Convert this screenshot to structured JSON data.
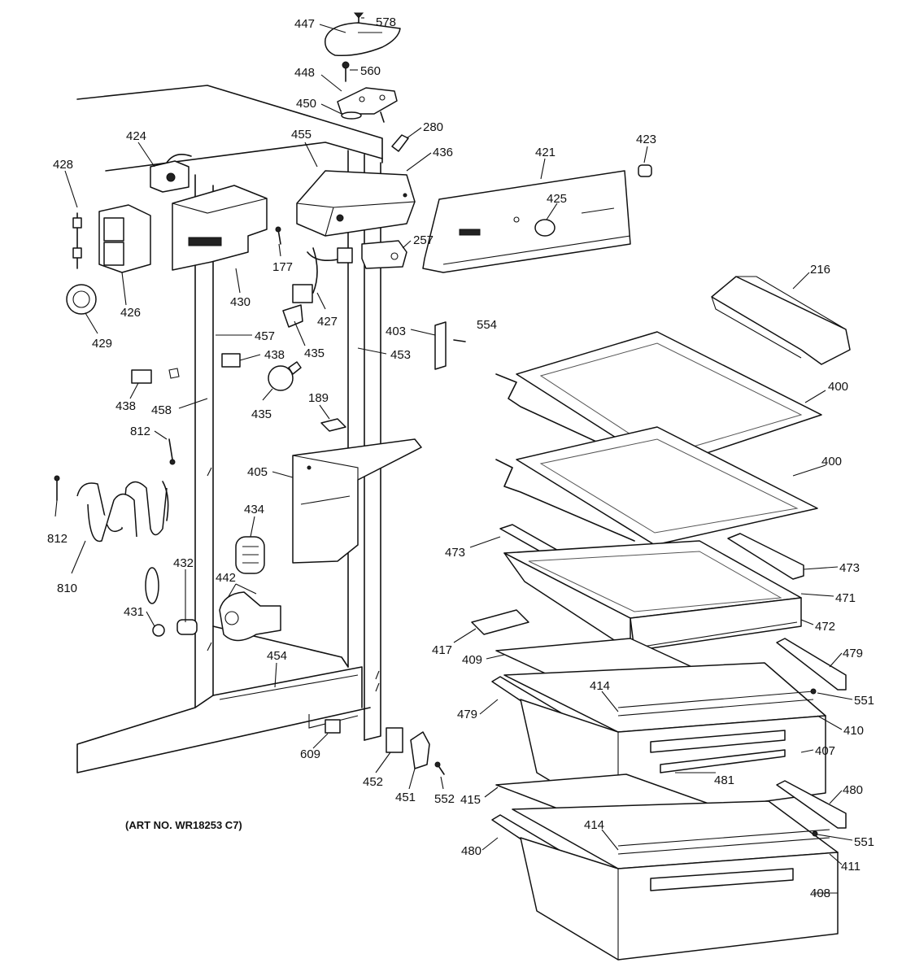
{
  "art_number": "(ART NO. WR18253 C7)",
  "labels": {
    "p447": "447",
    "p578": "578",
    "p448": "448",
    "p560": "560",
    "p450": "450",
    "p280": "280",
    "p424": "424",
    "p455": "455",
    "p436": "436",
    "p421": "421",
    "p423": "423",
    "p428": "428",
    "p425": "425",
    "p257": "257",
    "p177": "177",
    "p216": "216",
    "p426": "426",
    "p430": "430",
    "p427": "427",
    "p429": "429",
    "p457": "457",
    "p403": "403",
    "p554": "554",
    "p435a": "435",
    "p438a": "438",
    "p453": "453",
    "p438b": "438",
    "p400a": "400",
    "p458": "458",
    "p435b": "435",
    "p189": "189",
    "p812a": "812",
    "p400b": "400",
    "p405": "405",
    "p434": "434",
    "p812b": "812",
    "p473a": "473",
    "p473b": "473",
    "p432": "432",
    "p442": "442",
    "p810": "810",
    "p471": "471",
    "p431": "431",
    "p472": "472",
    "p417": "417",
    "p479a": "479",
    "p454": "454",
    "p409": "409",
    "p414a": "414",
    "p551a": "551",
    "p479b": "479",
    "p410": "410",
    "p609": "609",
    "p407": "407",
    "p481": "481",
    "p452": "452",
    "p451": "451",
    "p552": "552",
    "p415": "415",
    "p480a": "480",
    "p414b": "414",
    "p551b": "551",
    "p480b": "480",
    "p411": "411",
    "p408": "408"
  }
}
